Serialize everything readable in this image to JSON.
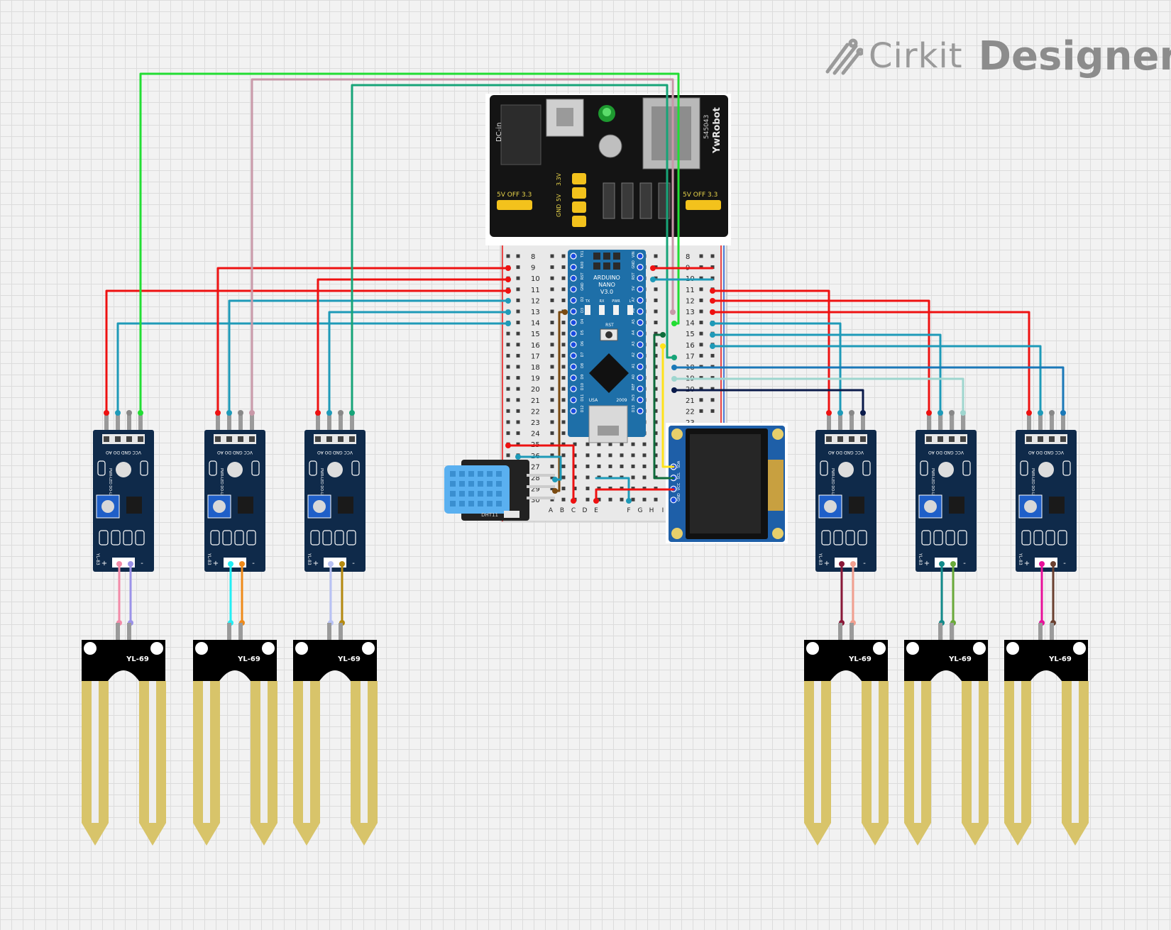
{
  "logo": {
    "brand": "Cirkit",
    "product": "Designer",
    "icon": "cirkit-logo-icon"
  },
  "power_module": {
    "board_brand": "YwRobot",
    "model": "545043",
    "dc_label": "DC-in",
    "jumper_left": "5V OFF 3.3",
    "jumper_right": "5V OFF 3.3",
    "rail_labels": [
      "3.3V",
      "5V",
      "GND"
    ]
  },
  "breadboard": {
    "row_numbers_left": [
      "8",
      "9",
      "10",
      "11",
      "12",
      "13",
      "14",
      "15",
      "16",
      "17",
      "18",
      "19",
      "20",
      "21",
      "22",
      "23",
      "24",
      "25",
      "26",
      "27",
      "28",
      "29",
      "30"
    ],
    "row_numbers_right": [
      "8",
      "9",
      "10",
      "11",
      "12",
      "13",
      "14",
      "15",
      "16",
      "17",
      "18",
      "19",
      "20",
      "21",
      "22",
      "23"
    ],
    "column_letters": [
      "A",
      "B",
      "C",
      "D",
      "E",
      "F",
      "G",
      "H",
      "I"
    ]
  },
  "arduino": {
    "name": "ARDUINO",
    "model": "NANO",
    "version": "V3.0",
    "origin": "USA",
    "year": "2009",
    "reset_label": "RST",
    "led_labels": [
      "TX",
      "RX",
      "PWR",
      "L"
    ],
    "left_pins": [
      "TX1",
      "RX0",
      "RST",
      "GND",
      "D2",
      "D3",
      "D4",
      "D5",
      "D6",
      "D7",
      "D8",
      "D9",
      "D10",
      "D11",
      "D12"
    ],
    "right_pins": [
      "VIN",
      "GND",
      "RST",
      "5V",
      "A7",
      "A6",
      "A5",
      "A4",
      "A3",
      "A2",
      "A1",
      "A0",
      "REF",
      "3V3",
      "D13"
    ]
  },
  "dht_sensor": {
    "label": "DHT11"
  },
  "oled": {
    "pins": [
      "SDA",
      "SCL",
      "VCC",
      "GND"
    ]
  },
  "sensor_modules": [
    {
      "board_label": "YL-83",
      "header_labels": "VCC GND DO AO",
      "led_labels": "PWR-LED DO-LED",
      "probe_label": "YL-69"
    },
    {
      "board_label": "YL-83",
      "header_labels": "VCC GND DO AO",
      "led_labels": "PWR-LED DO-LED",
      "probe_label": "YL-69"
    },
    {
      "board_label": "YL-83",
      "header_labels": "VCC GND DO AO",
      "led_labels": "PWR-LED DO-LED",
      "probe_label": "YL-69"
    },
    {
      "board_label": "YL-83",
      "header_labels": "VCC GND DO AO",
      "led_labels": "PWR-LED DO-LED",
      "probe_label": "YL-69"
    },
    {
      "board_label": "YL-83",
      "header_labels": "VCC GND DO AO",
      "led_labels": "PWR-LED DO-LED",
      "probe_label": "YL-69"
    },
    {
      "board_label": "YL-83",
      "header_labels": "VCC GND DO AO",
      "led_labels": "PWR-LED DO-LED",
      "probe_label": "YL-69"
    }
  ],
  "colors": {
    "wire_red": "#ee1111",
    "wire_teal": "#1e9ab8",
    "wire_green": "#22dd33",
    "wire_mauve": "#c898a8",
    "wire_seagreen": "#17a478",
    "wire_navy": "#0a1a4a",
    "wire_lightteal": "#9fd6cf",
    "wire_steelblue": "#1a78b8",
    "wire_darkgreen": "#0d6b3a",
    "wire_yellow": "#ffe21a",
    "wire_brown": "#7a4a10",
    "module_pcb": "#0f2a4a",
    "probe_gold": "#d8c46a",
    "probe_black": "#000000"
  }
}
